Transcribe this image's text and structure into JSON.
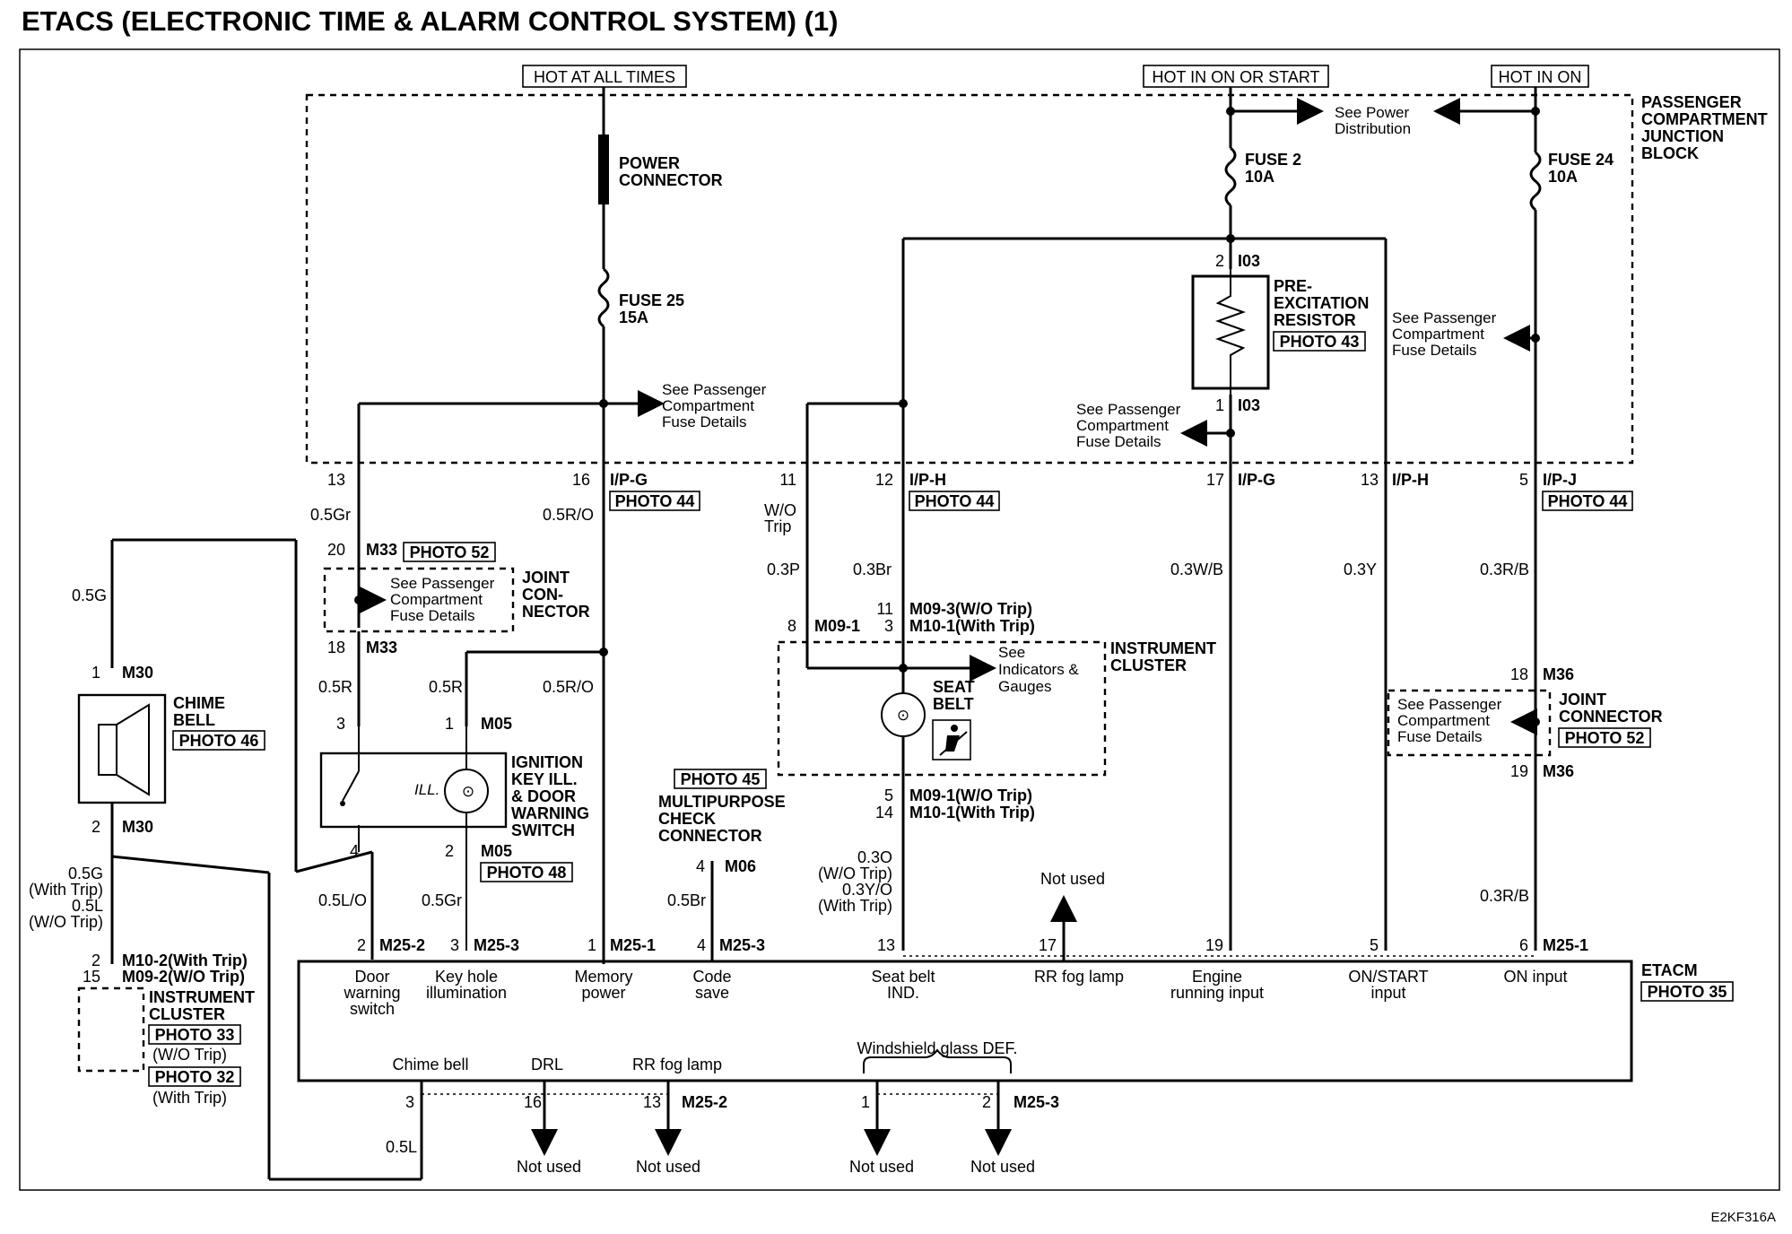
{
  "title": "ETACS (ELECTRONIC TIME & ALARM CONTROL SYSTEM) (1)",
  "diagram_code": "E2KF316A",
  "power_labels": {
    "hot_at_all_times": "HOT AT ALL TIMES",
    "hot_in_on_or_start": "HOT IN ON OR START",
    "hot_in_on": "HOT IN ON"
  },
  "junction_block": [
    "PASSENGER",
    "COMPARTMENT",
    "JUNCTION",
    "BLOCK"
  ],
  "components": {
    "power_connector": [
      "POWER",
      "CONNECTOR"
    ],
    "fuse25": [
      "FUSE 25",
      "15A"
    ],
    "fuse2": [
      "FUSE 2",
      "10A"
    ],
    "fuse24": [
      "FUSE 24",
      "10A"
    ],
    "resistor": [
      "PRE-",
      "EXCITATION",
      "RESISTOR"
    ],
    "resistor_photo": "PHOTO 43",
    "chime_bell": [
      "CHIME",
      "BELL"
    ],
    "chime_photo": "PHOTO 46",
    "joint_connector_left": [
      "JOINT",
      "CON-",
      "NECTOR"
    ],
    "joint_connector_right": [
      "JOINT",
      "CONNECTOR"
    ],
    "ignition_switch": [
      "IGNITION",
      "KEY ILL.",
      "& DOOR",
      "WARNING",
      "SWITCH"
    ],
    "ill": "ILL.",
    "instrument_cluster_mid": [
      "INSTRUMENT",
      "CLUSTER"
    ],
    "seat_belt": [
      "SEAT",
      "BELT"
    ],
    "see_indicators": [
      "See",
      "Indicators &",
      "Gauges"
    ],
    "multipurpose": [
      "MULTIPURPOSE",
      "CHECK",
      "CONNECTOR"
    ],
    "multipurpose_photo": "PHOTO 45",
    "instrument_cluster_left": [
      "INSTRUMENT",
      "CLUSTER"
    ],
    "cluster_photo_33": "PHOTO 33",
    "cluster_note_33": "(W/O Trip)",
    "cluster_photo_32": "PHOTO 32",
    "cluster_note_32": "(With Trip)",
    "etacm": "ETACM",
    "etacm_photo": "PHOTO 35"
  },
  "notes": {
    "see_power_distribution": [
      "See Power",
      "Distribution"
    ],
    "see_pcfd": [
      "See Passenger",
      "Compartment",
      "Fuse Details"
    ],
    "not_used": "Not used",
    "windshield": "Windshield glass DEF.",
    "wo_trip": [
      "W/O",
      "Trip"
    ]
  },
  "connectors": {
    "i03": "I03",
    "ipg": "I/P-G",
    "iph": "I/P-H",
    "ipj": "I/P-J",
    "photo44": "PHOTO 44",
    "photo52": "PHOTO 52",
    "photo48": "PHOTO 48",
    "m33": "M33",
    "m30": "M30",
    "m05": "M05",
    "m06": "M06",
    "m36": "M36",
    "m09_1": "M09-1",
    "m09_3_wo": "M09-3(W/O Trip)",
    "m10_1_with": "M10-1(With Trip)",
    "m09_1_wo": "M09-1(W/O Trip)",
    "m10_2_with": "M10-2(With Trip)",
    "m09_2_wo": "M09-2(W/O Trip)",
    "m25_1": "M25-1",
    "m25_2": "M25-2",
    "m25_3": "M25-3"
  },
  "pins": {
    "p13": "13",
    "p16": "16",
    "p11": "11",
    "p12": "12",
    "p17": "17",
    "p5": "5",
    "p2": "2",
    "p1": "1",
    "p20": "20",
    "p18": "18",
    "p3": "3",
    "p4": "4",
    "p8": "8",
    "p19": "19",
    "p6": "6",
    "p14": "14",
    "p15": "15"
  },
  "wires": {
    "w05gr": "0.5Gr",
    "w05ro": "0.5R/O",
    "w05g": "0.5G",
    "w05r": "0.5R",
    "w03p": "0.3P",
    "w03br": "0.3Br",
    "w03wb": "0.3W/B",
    "w03y": "0.3Y",
    "w03rb": "0.3R/B",
    "w05lo": "0.5L/O",
    "w05br": "0.5Br",
    "w05l": "0.5L",
    "w05g_with": [
      "0.5G",
      "(With Trip)",
      "0.5L",
      "(W/O Trip)"
    ],
    "w03o": [
      "0.3O",
      "(W/O Trip)",
      "0.3Y/O",
      "(With Trip)"
    ]
  },
  "etacm_inputs": [
    [
      "Door",
      "warning",
      "switch"
    ],
    [
      "Key hole",
      "illumination"
    ],
    [
      "Memory",
      "power"
    ],
    [
      "Code",
      "save"
    ],
    [
      "Seat belt",
      "IND."
    ],
    [
      "RR fog lamp"
    ],
    [
      "Engine",
      "running input"
    ],
    [
      "ON/START",
      "input"
    ],
    [
      "ON input"
    ]
  ],
  "etacm_outputs": [
    "Chime bell",
    "DRL",
    "RR fog lamp"
  ]
}
